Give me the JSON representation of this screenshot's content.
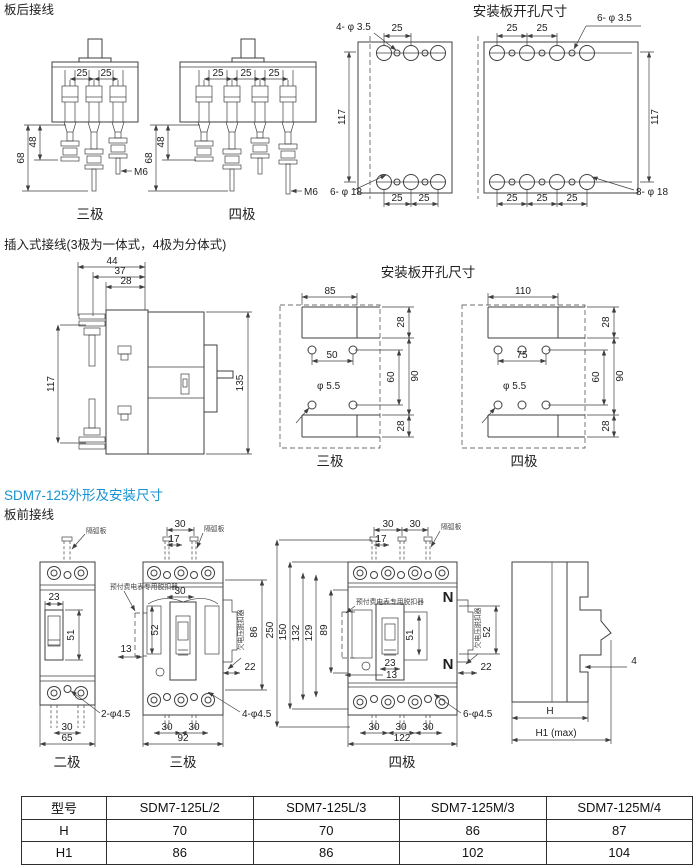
{
  "page": {
    "bg": "#ffffff",
    "heading_color": "#1792d2"
  },
  "rear": {
    "title": "板后接线",
    "p3": {
      "caption": "三极",
      "d25": "25",
      "d48": "48",
      "d68": "68",
      "m6": "M6"
    },
    "p4": {
      "caption": "四极",
      "d25": "25",
      "d48": "48",
      "d68": "68",
      "m6": "M6"
    }
  },
  "mount1": {
    "title": "安装板开孔尺寸",
    "p3": {
      "small_holes": "4- φ 3.5",
      "big_holes": "6- φ 18",
      "d25": "25",
      "d117": "117"
    },
    "p4": {
      "small_holes": "6- φ 3.5",
      "big_holes": "8- φ 18",
      "d25": "25",
      "d117": "117"
    }
  },
  "plugin": {
    "title": "插入式接线(3极为一体式，4极为分体式)",
    "d44": "44",
    "d37": "37",
    "d28": "28",
    "d117": "117",
    "d135": "135"
  },
  "mount2": {
    "title": "安装板开孔尺寸",
    "p3": {
      "caption": "三极",
      "d85": "85",
      "d50": "50",
      "d60": "60",
      "d90": "90",
      "d28": "28",
      "hole": "φ 5.5"
    },
    "p4": {
      "caption": "四极",
      "d110": "110",
      "d75": "75",
      "d60": "60",
      "d90": "90",
      "d28": "28",
      "hole": "φ 5.5"
    }
  },
  "outline": {
    "heading": "SDM7-125外形及安装尺寸",
    "subtitle": "板前接线"
  },
  "front": {
    "p2": {
      "caption": "二极",
      "arc_plate": "隔弧板",
      "d23": "23",
      "d51": "51",
      "d30": "30",
      "d65": "65",
      "holes": "2-φ4.5"
    },
    "p3": {
      "caption": "三极",
      "arc_plate": "隔弧板",
      "trip_unit": "预付费电表专用脱扣器",
      "uv_release": "欠电压脱扣器",
      "d30": "30",
      "d17": "17",
      "d52": "52",
      "d13": "13",
      "d86": "86",
      "d22": "22",
      "d92": "92",
      "holes": "4-φ4.5"
    },
    "p4": {
      "caption": "四极",
      "arc_plate": "隔弧板",
      "trip_unit": "预付费电表专用脱扣器",
      "uv_release": "欠电压脱扣器",
      "neutral": "N",
      "d30": "30",
      "d17": "17",
      "d250": "250",
      "d150": "150",
      "d132": "132",
      "d129": "129",
      "d89": "89",
      "d51": "51",
      "d23": "23",
      "d13": "13",
      "d52": "52",
      "d22": "22",
      "d122": "122",
      "holes": "6-φ4.5"
    },
    "side": {
      "d4": "4",
      "h": "H",
      "h1": "H1 (max)"
    }
  },
  "table": {
    "headers": [
      "型号",
      "SDM7-125L/2",
      "SDM7-125L/3",
      "SDM7-125M/3",
      "SDM7-125M/4"
    ],
    "rows": [
      {
        "name": "H",
        "values": [
          "70",
          "70",
          "86",
          "87"
        ]
      },
      {
        "name": "H1",
        "values": [
          "86",
          "86",
          "102",
          "104"
        ]
      }
    ]
  }
}
